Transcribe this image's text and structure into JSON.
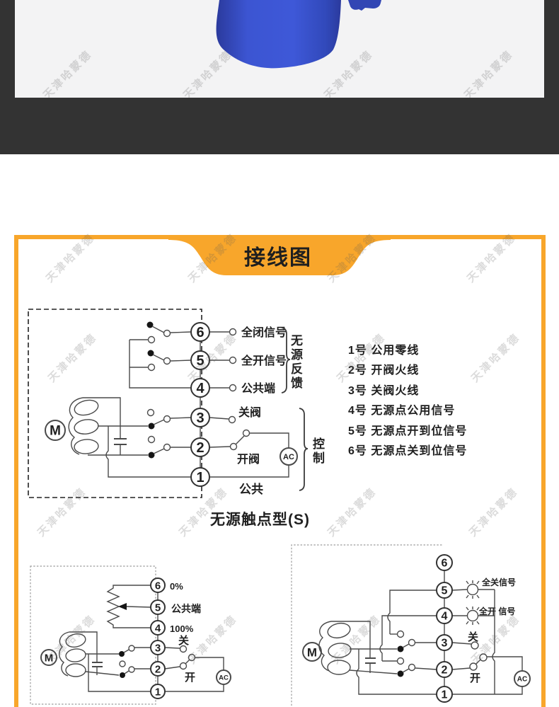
{
  "watermark": {
    "text": "天津哈蒙德"
  },
  "banner": {
    "title": "接线图"
  },
  "legend": {
    "items": [
      "1号  公用零线",
      "2号  开阀火线",
      "3号  关阀火线",
      "4号  无源点公用信号",
      "5号  无源点开到位信号",
      "6号  无源点关到位信号"
    ]
  },
  "top_diagram": {
    "caption": "无源触点型(S)",
    "motor_label": "M",
    "ac_label": "AC",
    "terminals": [
      "6",
      "5",
      "4",
      "3",
      "2",
      "1"
    ],
    "labels": {
      "full_close_signal": "全闭信号",
      "full_open_signal": "全开信号",
      "common_terminal": "公共端",
      "passive_feedback": "无源反馈",
      "close_valve": "关阀",
      "open_valve": "开阀",
      "common": "公共",
      "control": "控制"
    }
  },
  "bottom_left_diagram": {
    "motor_label": "M",
    "ac_label": "AC",
    "terminals": [
      "6",
      "5",
      "4",
      "3",
      "2",
      "1"
    ],
    "labels": {
      "zero_percent": "0%",
      "common_terminal": "公共端",
      "hundred_percent": "100%",
      "close": "关",
      "open": "开"
    }
  },
  "bottom_right_diagram": {
    "motor_label": "M",
    "ac_label": "AC",
    "terminals": [
      "6",
      "5",
      "4",
      "3",
      "2",
      "1"
    ],
    "labels": {
      "full_close_signal": "全关信号",
      "full_open_signal": "全开 信号",
      "close": "关",
      "open": "开"
    }
  },
  "colors": {
    "accent_orange": "#F8A62B",
    "divider_band": "#333333",
    "product_blue": "#3450C8",
    "photo_background": "#f3f3f4"
  }
}
